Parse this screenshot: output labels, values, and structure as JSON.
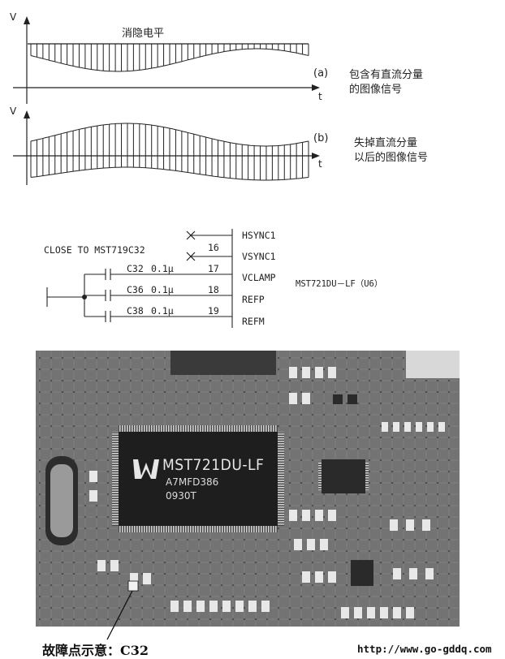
{
  "waveforms": {
    "blanking_label": "消隐电平",
    "wave_a": {
      "axis_v": "V",
      "axis_t": "t",
      "tag": "(a)",
      "desc_line1": "包含有直流分量",
      "desc_line2": "的图像信号"
    },
    "wave_b": {
      "axis_v": "V",
      "axis_t": "t",
      "tag": "(b)",
      "desc_line1": "失掉直流分量",
      "desc_line2": "以后的图像信号"
    }
  },
  "schematic": {
    "note": "CLOSE TO MST719C32",
    "caps": [
      {
        "ref": "C32",
        "value": "0.1μ"
      },
      {
        "ref": "C36",
        "value": "0.1μ"
      },
      {
        "ref": "C38",
        "value": "0.1μ"
      }
    ],
    "pins": [
      "16",
      "17",
      "18",
      "19"
    ],
    "signals": [
      "HSYNC1",
      "VSYNC1",
      "VCLAMP",
      "REFP",
      "REFM"
    ],
    "chip_label": "MST721DU－LF（U6）"
  },
  "photo": {
    "chip_line1": "MST721DU-LF",
    "chip_line2": "A7MFD386",
    "chip_line3": "0930T"
  },
  "footer": {
    "caption": "故障点示意：C32",
    "url": "http://www.go-gddq.com"
  }
}
